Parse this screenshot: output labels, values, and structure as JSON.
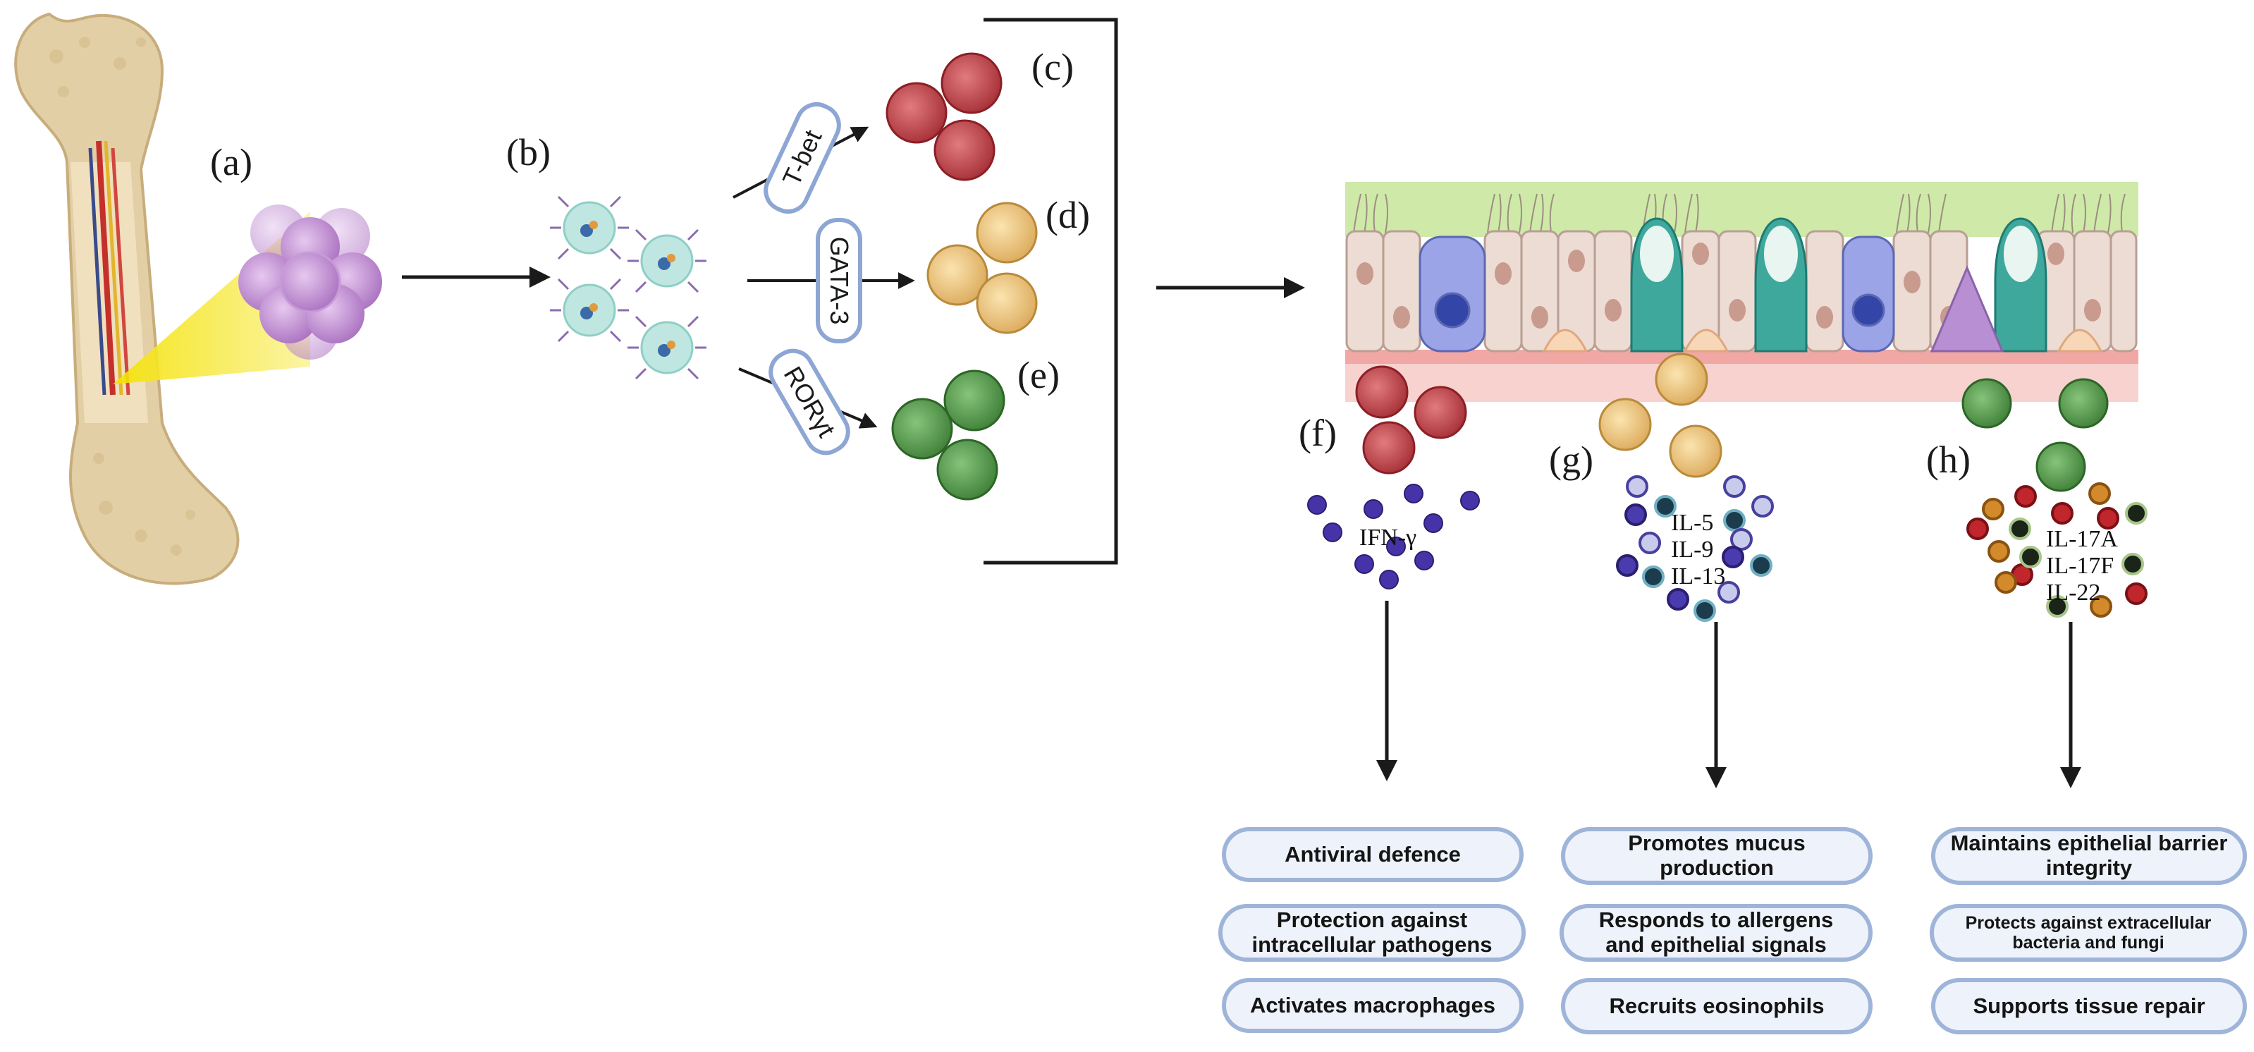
{
  "panel_labels": {
    "a": "(a)",
    "b": "(b)",
    "c": "(c)",
    "d": "(d)",
    "e": "(e)",
    "f": "(f)",
    "g": "(g)",
    "h": "(h)"
  },
  "transcription_factors": {
    "tbet": "T-bet",
    "gata3": "GATA-3",
    "rorgt": "RORγt"
  },
  "cytokines": {
    "f": [
      "IFN-γ"
    ],
    "g": [
      "IL-5",
      "IL-9",
      "IL-13"
    ],
    "h": [
      "IL-17A",
      "IL-17F",
      "IL-22"
    ]
  },
  "functions": {
    "f": [
      "Antiviral defence",
      "Protection against intracellular pathogens",
      "Activates macrophages"
    ],
    "g": [
      "Promotes mucus production",
      "Responds to allergens and epithelial signals",
      "Recruits eosinophils"
    ],
    "h": [
      "Maintains epithelial barrier integrity",
      "Protects against extracellular bacteria and fungi",
      "Supports tissue repair"
    ]
  },
  "colors": {
    "ilc1": "#c0393f",
    "ilc2": "#e8c170",
    "ilc3": "#4e9a45",
    "progenitor": "#b07fc2",
    "precursor": "#bfe6e0",
    "bone": "#e3cfa6",
    "box_fill": "#eef3fb",
    "box_border": "#9fb4d9"
  }
}
